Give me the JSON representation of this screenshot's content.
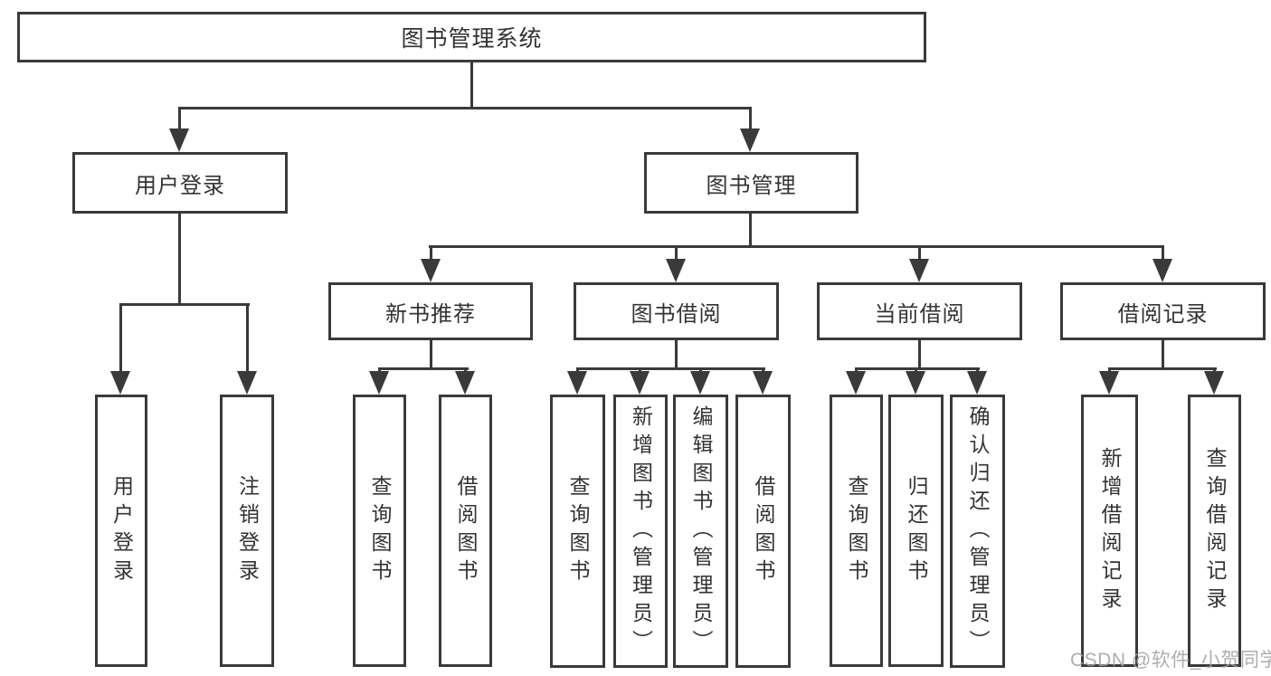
{
  "diagram": {
    "title": "图书管理系统",
    "watermark": "CSDN @软件_小贺同学",
    "colors": {
      "line": "#3a3a3a",
      "text": "#333333",
      "watermark": "#a3a3a3",
      "background": "#ffffff"
    },
    "nodes": {
      "root": {
        "label": "图书管理系统"
      },
      "user_login": {
        "label": "用户登录"
      },
      "book_management": {
        "label": "图书管理"
      },
      "new_book_recommend": {
        "label": "新书推荐"
      },
      "book_borrowing": {
        "label": "图书借阅"
      },
      "current_borrowing": {
        "label": "当前借阅"
      },
      "borrowing_records": {
        "label": "借阅记录"
      },
      "leaf_user_login": {
        "label": "用户登录"
      },
      "leaf_logout": {
        "label": "注销登录"
      },
      "leaf_query_books_recommend": {
        "label": "查询图书"
      },
      "leaf_borrow_books_recommend": {
        "label": "借阅图书"
      },
      "leaf_query_books_borrowing": {
        "label": "查询图书"
      },
      "leaf_add_book_admin": {
        "label": "新增图书（管理员）"
      },
      "leaf_edit_book_admin": {
        "label": "编辑图书（管理员）"
      },
      "leaf_borrow_books_borrowing": {
        "label": "借阅图书"
      },
      "leaf_query_books_current": {
        "label": "查询图书"
      },
      "leaf_return_book": {
        "label": "归还图书"
      },
      "leaf_confirm_return_admin": {
        "label": "确认归还（管理员）"
      },
      "leaf_add_borrow_record": {
        "label": "新增借阅记录"
      },
      "leaf_query_borrow_record": {
        "label": "查询借阅记录"
      }
    }
  }
}
